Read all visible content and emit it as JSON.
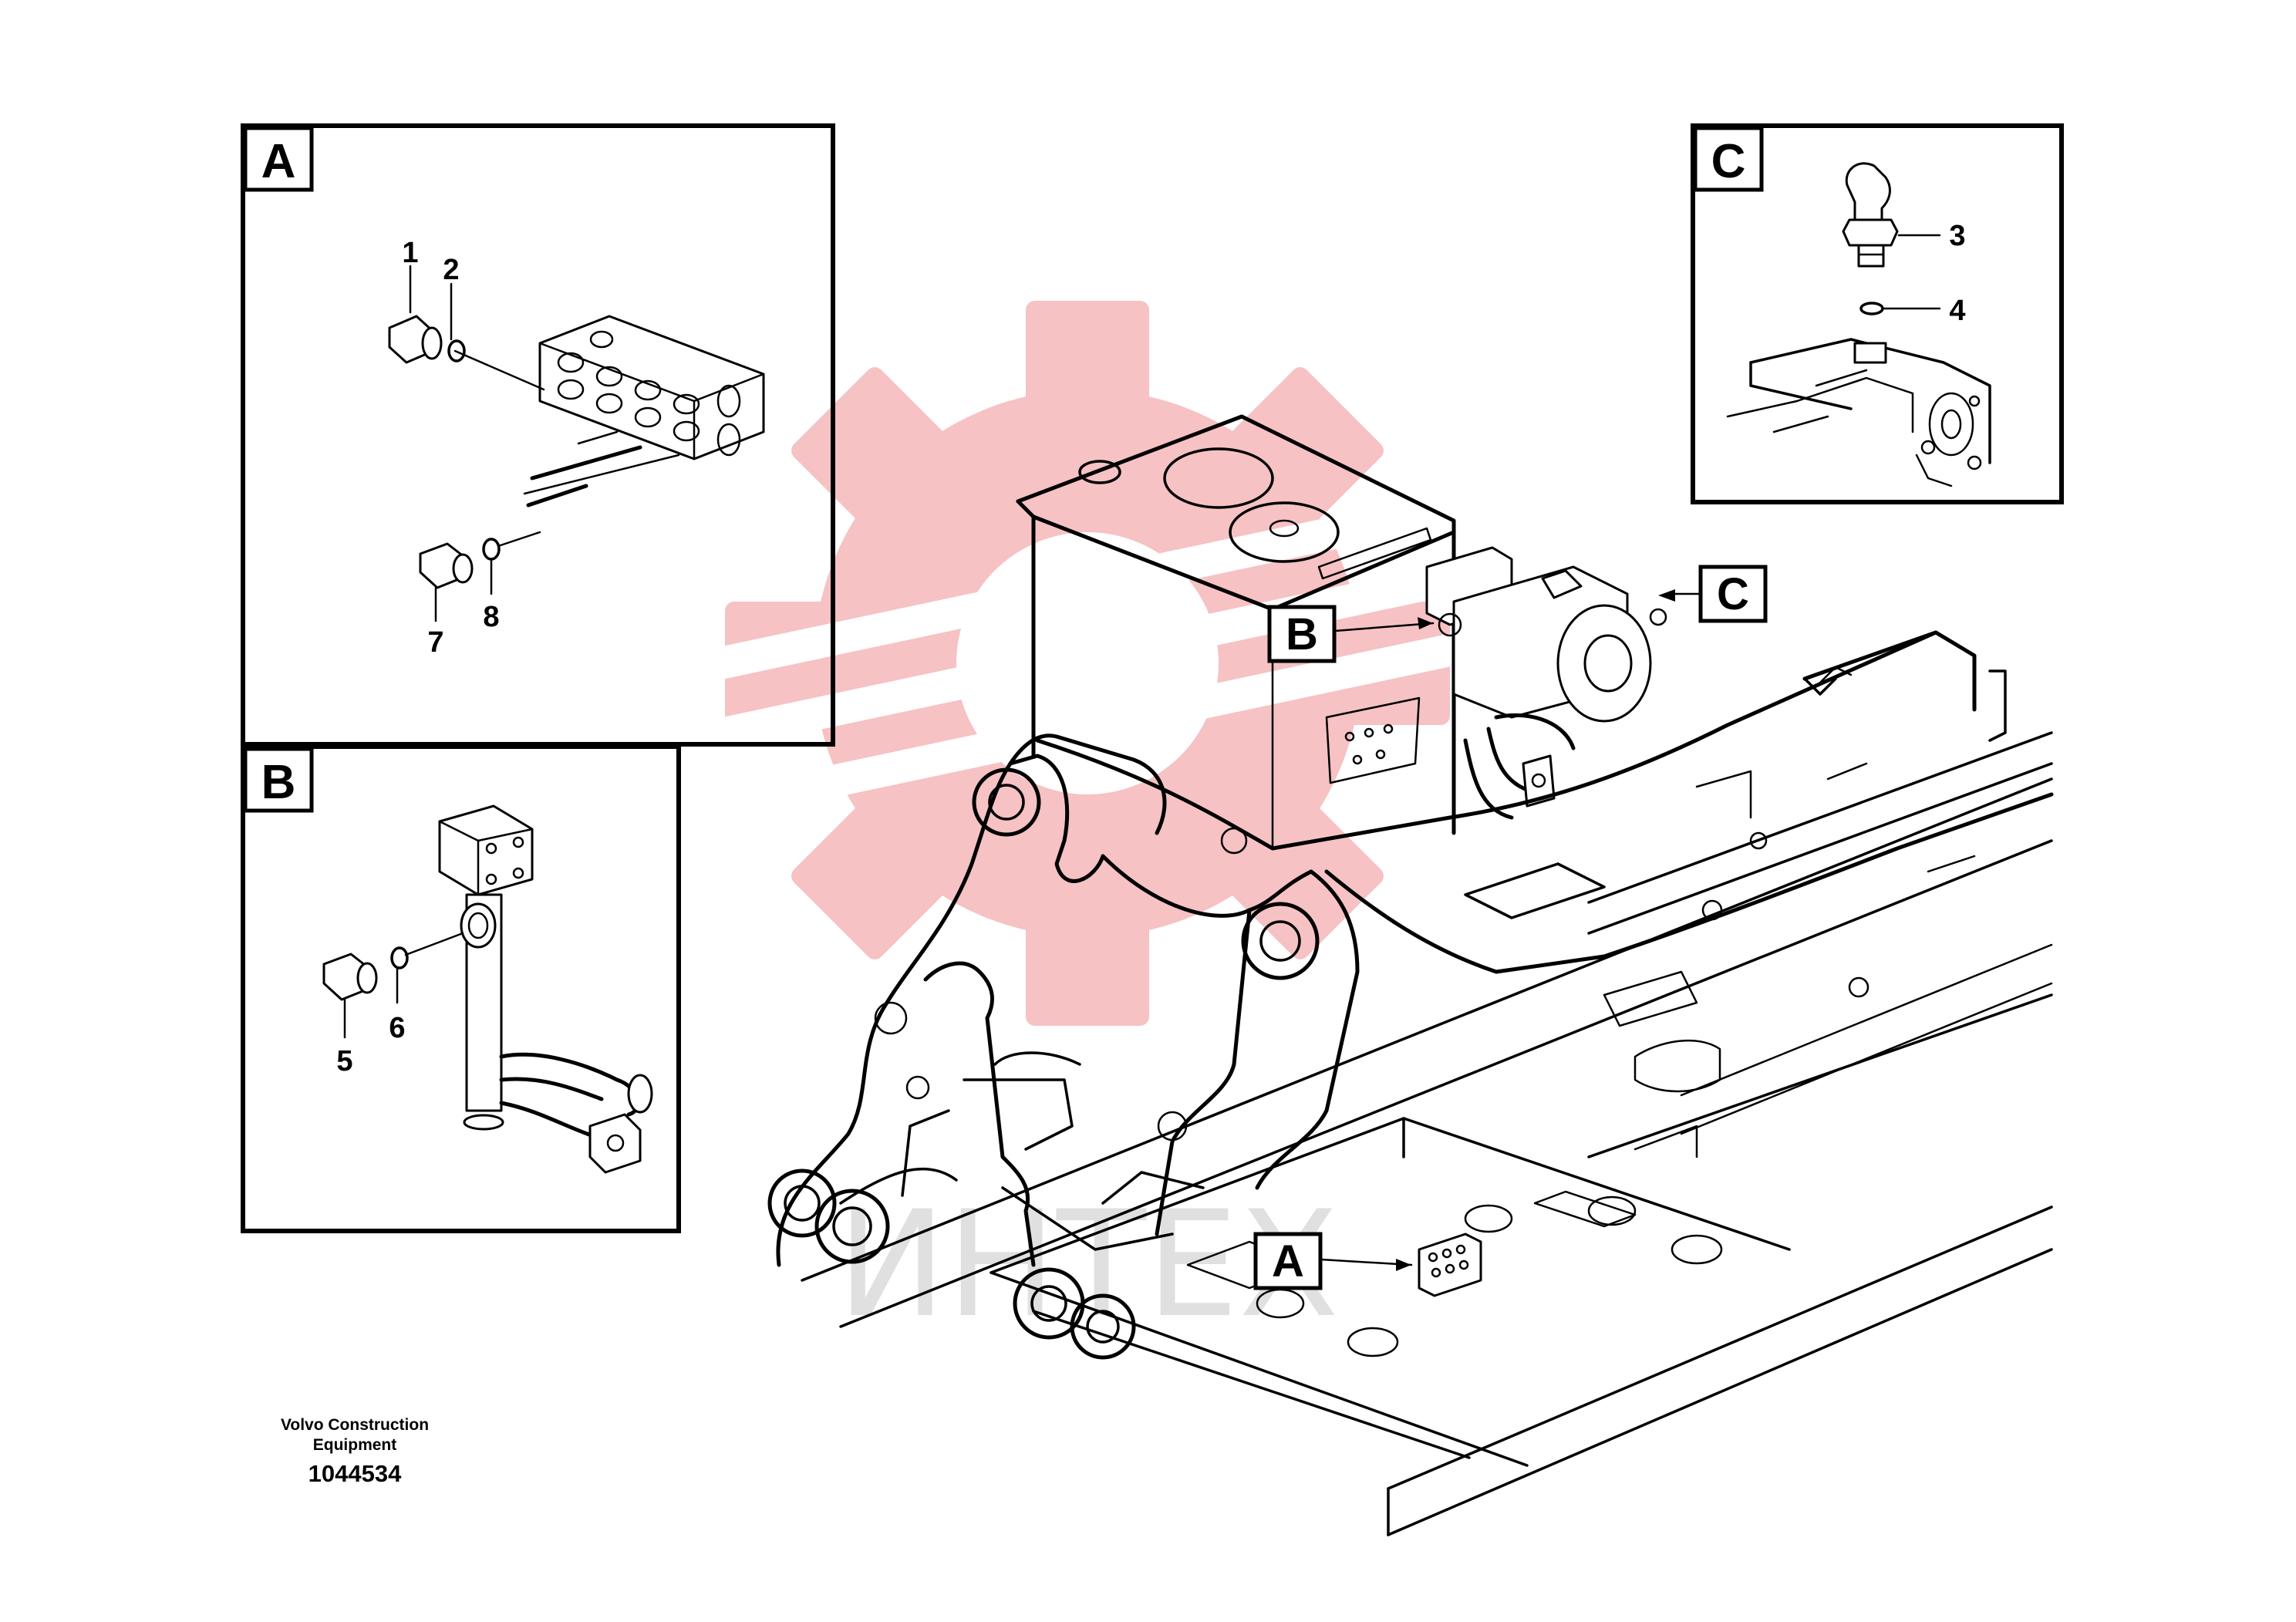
{
  "callouts": {
    "detail_a": "A",
    "detail_b": "B",
    "detail_c": "C",
    "ref_a": "A",
    "ref_b": "B",
    "ref_c": "C"
  },
  "parts": {
    "p1": "1",
    "p2": "2",
    "p3": "3",
    "p4": "4",
    "p5": "5",
    "p6": "6",
    "p7": "7",
    "p8": "8"
  },
  "footer": {
    "maker_line1": "Volvo Construction",
    "maker_line2": "Equipment",
    "doc_number": "1044534"
  },
  "watermark": {
    "text": "ИНТЕХ",
    "gear_color": "#f2a3a6",
    "text_color": "#d9d9d9"
  }
}
